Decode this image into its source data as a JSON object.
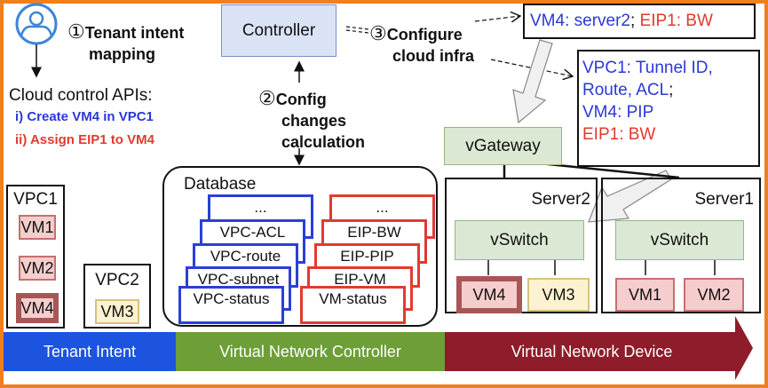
{
  "tenant": {
    "user_icon": "user-circle-icon",
    "step1": {
      "number": "①",
      "label_line1": "Tenant intent",
      "label_line2": "mapping"
    },
    "api_title": "Cloud control APIs:",
    "api_items": [
      {
        "text": "i) Create VM4 in VPC1",
        "color": "#2b38d6"
      },
      {
        "text": "ii) Assign EIP1 to VM4",
        "color": "#e03a2f"
      }
    ],
    "vpc1": {
      "label": "VPC1",
      "vms": [
        "VM1",
        "VM2",
        "VM4"
      ],
      "highlighted": "VM4"
    },
    "vpc2": {
      "label": "VPC2",
      "vms": [
        "VM3"
      ]
    }
  },
  "controller": {
    "label": "Controller",
    "step2": {
      "number": "②",
      "line1": "Config",
      "line2": "changes",
      "line3": "calculation"
    },
    "step3": {
      "number": "③",
      "line1": "Configure",
      "line2": "cloud infra"
    },
    "database": {
      "title": "Database",
      "vpc_tables": [
        "...",
        "VPC-ACL",
        "VPC-route",
        "VPC-subnet",
        "VPC-status"
      ],
      "eip_tables": [
        "...",
        "EIP-BW",
        "EIP-PIP",
        "EIP-VM",
        "VM-status"
      ]
    }
  },
  "device": {
    "config_box1": {
      "part1": "VM4: server2",
      "sep": ";",
      "part2": "EIP1: BW"
    },
    "config_box2": {
      "line1": "VPC1: Tunnel ID,",
      "line2a": "Route, ACL",
      "line2b": ";",
      "line3": "VM4: PIP",
      "line4": "EIP1: BW"
    },
    "gateway": "vGateway",
    "server2": {
      "label": "Server2",
      "switch": "vSwitch",
      "vms": [
        "VM4",
        "VM3"
      ]
    },
    "server1": {
      "label": "Server1",
      "switch": "vSwitch",
      "vms": [
        "VM1",
        "VM2"
      ]
    }
  },
  "bands": [
    {
      "label": "Tenant Intent",
      "color": "#1c54e0"
    },
    {
      "label": "Virtual Network Controller",
      "color": "#6d9e38"
    },
    {
      "label": "Virtual Network Device",
      "color": "#8e1c2a"
    }
  ],
  "colors": {
    "frame": "#f07f1e",
    "blue_text": "#2b38d6",
    "red_text": "#e03a2f"
  }
}
